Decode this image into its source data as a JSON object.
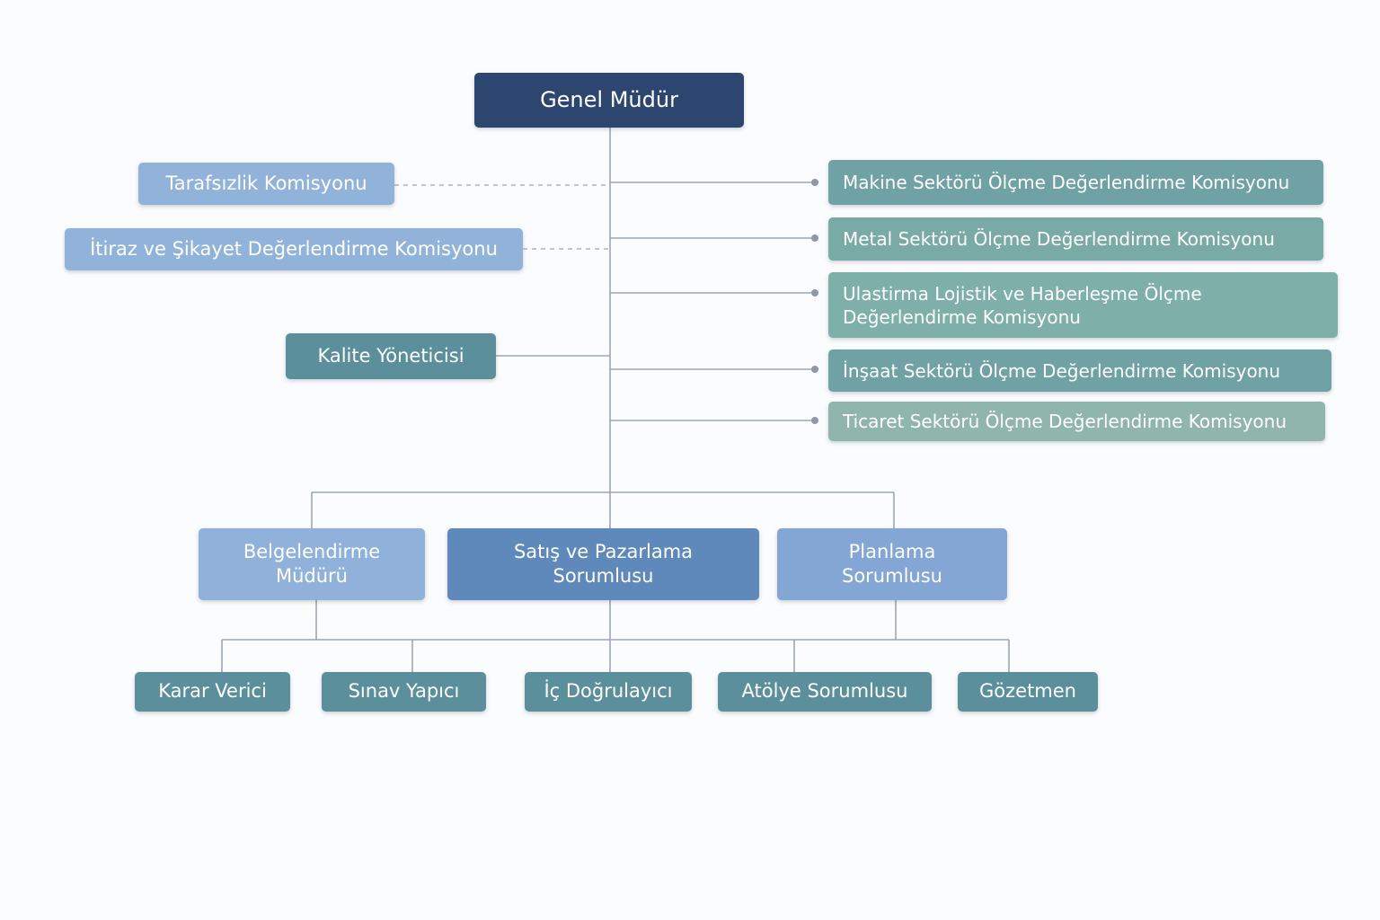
{
  "org_chart": {
    "root": {
      "label": "Genel Müdür",
      "color": "#2c4670"
    },
    "left_units": [
      {
        "label": "Tarafsızlik Komisyonu",
        "link": "dashed",
        "color": "#92b3d9"
      },
      {
        "label": "İtiraz ve Şikayet Değerlendirme Komisyonu",
        "link": "dashed",
        "color": "#92b3d9"
      },
      {
        "label": "Kalite Yöneticisi",
        "link": "solid",
        "color": "#5b8f9b"
      }
    ],
    "right_units": [
      {
        "label": "Makine Sektörü Ölçme Değerlendirme Komisyonu",
        "color": "#6fa1a5"
      },
      {
        "label": "Metal Sektörü Ölçme Değerlendirme Komisyonu",
        "color": "#79aaa6"
      },
      {
        "label": "Ulastirma Lojistik ve Haberleşme Ölçme Değerlendirme Komisyonu",
        "color": "#7eafa8"
      },
      {
        "label": "İnşaat Sektörü Ölçme Değerlendirme Komisyonu",
        "color": "#6fa1a5"
      },
      {
        "label": "Ticaret Sektörü Ölçme Değerlendirme Komisyonu",
        "color": "#90b5ad"
      }
    ],
    "managers": [
      {
        "label": "Belgelendirme Müdürü",
        "color": "#90b1da"
      },
      {
        "label": "Satış ve Pazarlama Sorumlusu",
        "color": "#5f88bb"
      },
      {
        "label": "Planlama Sorumlusu",
        "color": "#84a6d4"
      }
    ],
    "staff": [
      {
        "label": "Karar Verici",
        "color": "#5b8f9b"
      },
      {
        "label": "Sınav Yapıcı",
        "color": "#5b8f9b"
      },
      {
        "label": "İç Doğrulayıcı",
        "color": "#5b8f9b"
      },
      {
        "label": "Atölye Sorumlusu",
        "color": "#5b8f9b"
      },
      {
        "label": "Gözetmen",
        "color": "#5b8f9b"
      }
    ]
  }
}
